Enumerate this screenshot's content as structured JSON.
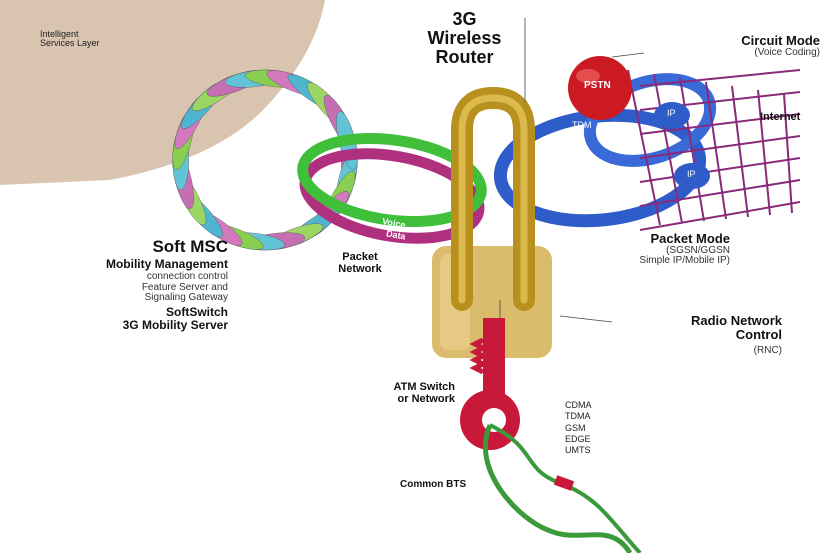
{
  "diagram": {
    "layer_top_left": "Intelligent\nServices Layer",
    "router_title": "3G\nWireless\nRouter",
    "circuit_mode": {
      "title": "Circuit Mode",
      "sub": "(Voice Coding)"
    },
    "pstn": "PSTN",
    "tdm": "TDM",
    "ip_a": "IP",
    "ip_b": "IP",
    "internet": "Internet",
    "packet_mode": {
      "title": "Packet Mode",
      "sub": "(SGSN/GGSN\nSimple IP/Mobile IP)"
    },
    "voice": "Voice",
    "data": "Data",
    "packet_network": "Packet\nNetwork",
    "soft_msc": {
      "title": "Soft MSC",
      "mobility": "Mobility Management",
      "desc": "connection control\nFeature Server and\nSignaling Gateway",
      "softswitch": "SoftSwitch",
      "server": "3G Mobility Server"
    },
    "rnc": {
      "title": "Radio Network\nControl",
      "abbr": "(RNC)"
    },
    "atm": "ATM Switch\nor Network",
    "technologies": [
      "CDMA",
      "TDMA",
      "GSM",
      "EDGE",
      "UMTS"
    ],
    "common_bts": "Common BTS"
  },
  "colors": {
    "beige_region": "#d9c4b0",
    "lock_gold": "#d8b560",
    "shackle_gold": "#b8901e",
    "blue_ring": "#2e5cc8",
    "green_ring": "#3fbf3a",
    "purple_ring": "#b03080",
    "pstn_red": "#cc1a22",
    "key_red": "#c8193a",
    "cable_green": "#3a9a3a",
    "grid_purple": "#8a2a7a"
  }
}
